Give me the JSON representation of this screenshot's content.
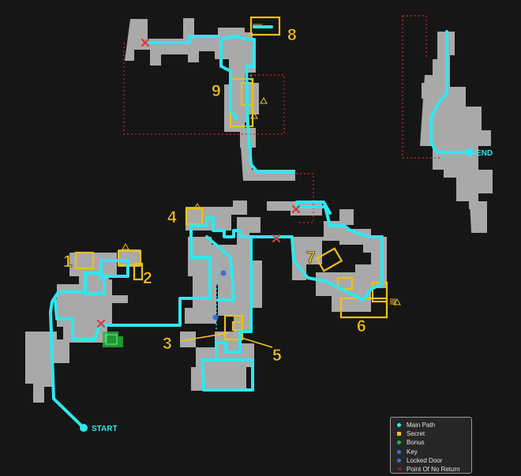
{
  "markers": {
    "start": "START",
    "end": "END",
    "numbers": [
      "1",
      "2",
      "3",
      "4",
      "5",
      "6",
      "7",
      "8",
      "9"
    ]
  },
  "legend": [
    {
      "label": "Main Path",
      "color": "#2ee8ef",
      "icon": "circle"
    },
    {
      "label": "Secret",
      "color": "#e8c21c",
      "icon": "square"
    },
    {
      "label": "Bonus",
      "color": "#22b83b",
      "icon": "circle"
    },
    {
      "label": "Key",
      "color": "#3a6fd8",
      "icon": "circle"
    },
    {
      "label": "Locked Door",
      "color": "#3a6fd8",
      "icon": "circle"
    },
    {
      "label": "Point Of No Return",
      "color": "#d7262c",
      "icon": "x"
    }
  ],
  "colors": {
    "background": "#161616",
    "level": "#a9a9a9",
    "main_path": "#2ee8ef",
    "secret": "#e8c21c",
    "bonus": "#22b83b",
    "key": "#3a6fd8",
    "point_of_no_return": "#d7262c"
  }
}
